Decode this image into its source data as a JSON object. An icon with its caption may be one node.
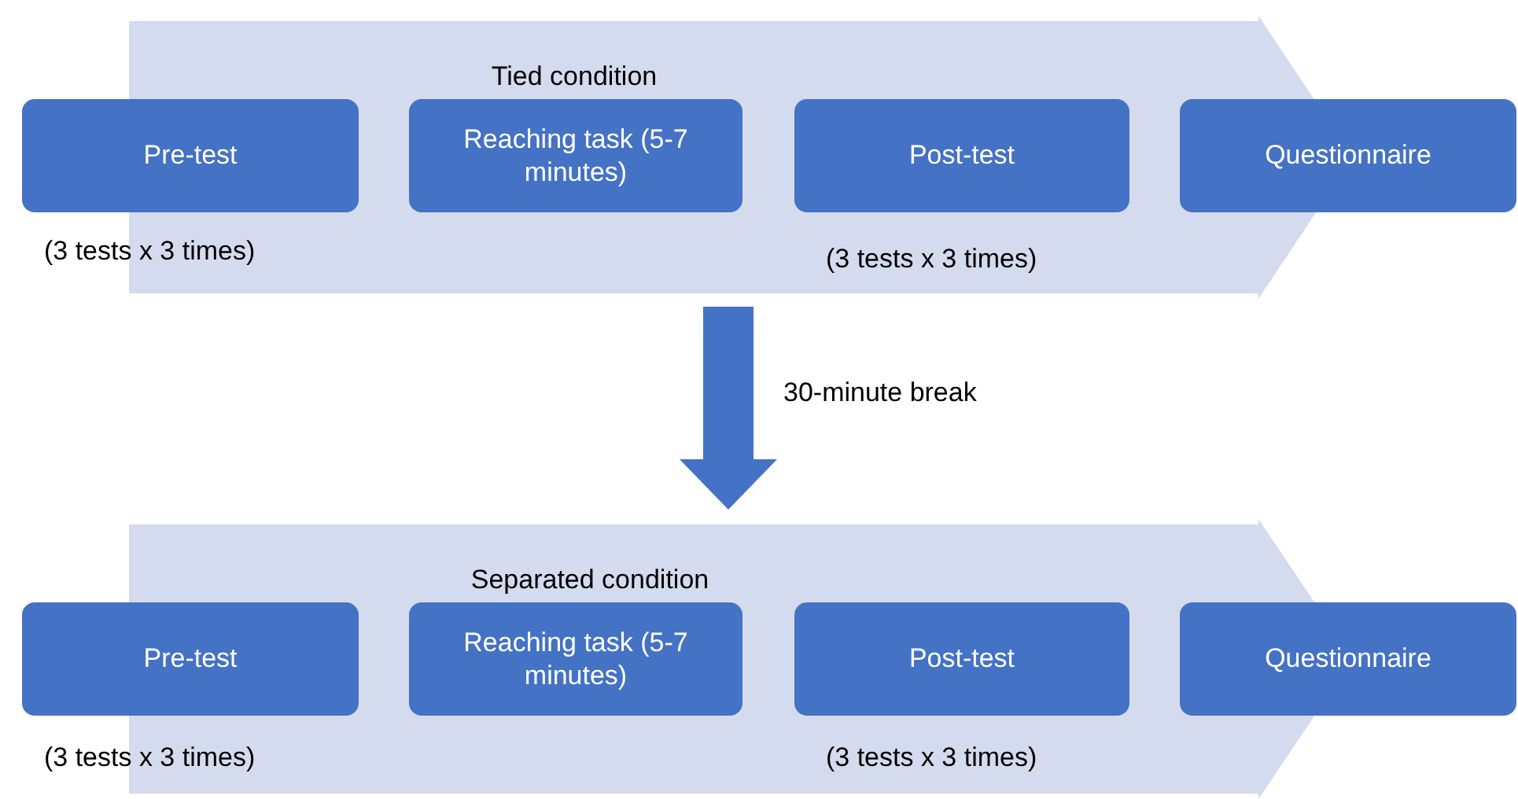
{
  "diagram": {
    "nodes": [
      {
        "text": [
          "Tied condition"
        ]
      },
      {
        "text": [
          "Pre-test"
        ]
      },
      {
        "text": [
          "Reaching task (5-7 minutes)"
        ],
        "in": 0
      },
      {
        "text": [
          "Post-test"
        ],
        "in": 0
      },
      {
        "text": [
          "Questionnaire"
        ]
      },
      {
        "text": [
          "Separated condition"
        ]
      },
      {
        "text": [
          "Pre-test"
        ]
      },
      {
        "text": [
          "Reaching task (5-7 minutes)"
        ],
        "in": 5
      },
      {
        "text": [
          "Post-test"
        ],
        "in": 5
      },
      {
        "text": [
          "Questionnaire"
        ]
      }
    ],
    "edges": [
      {
        "from": 0,
        "to": 5,
        "arrow": "to",
        "label": "30-minute break",
        "style": "thick"
      }
    ],
    "labels": [
      "(3 tests x 3 times)",
      "(3 tests x 3 times)",
      "(3 tests x 3 times)",
      "(3 tests x 3 times)"
    ]
  }
}
